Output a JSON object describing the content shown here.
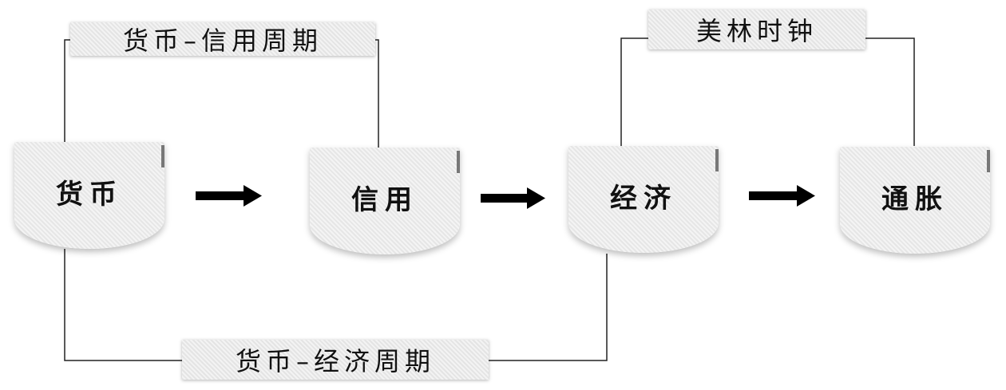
{
  "nodes": [
    "货币",
    "信用",
    "经济",
    "通胀"
  ],
  "cycles": {
    "money_credit": "货币–信用周期",
    "merrill_clock": "美林时钟",
    "money_economy": "货币–经济周期"
  }
}
